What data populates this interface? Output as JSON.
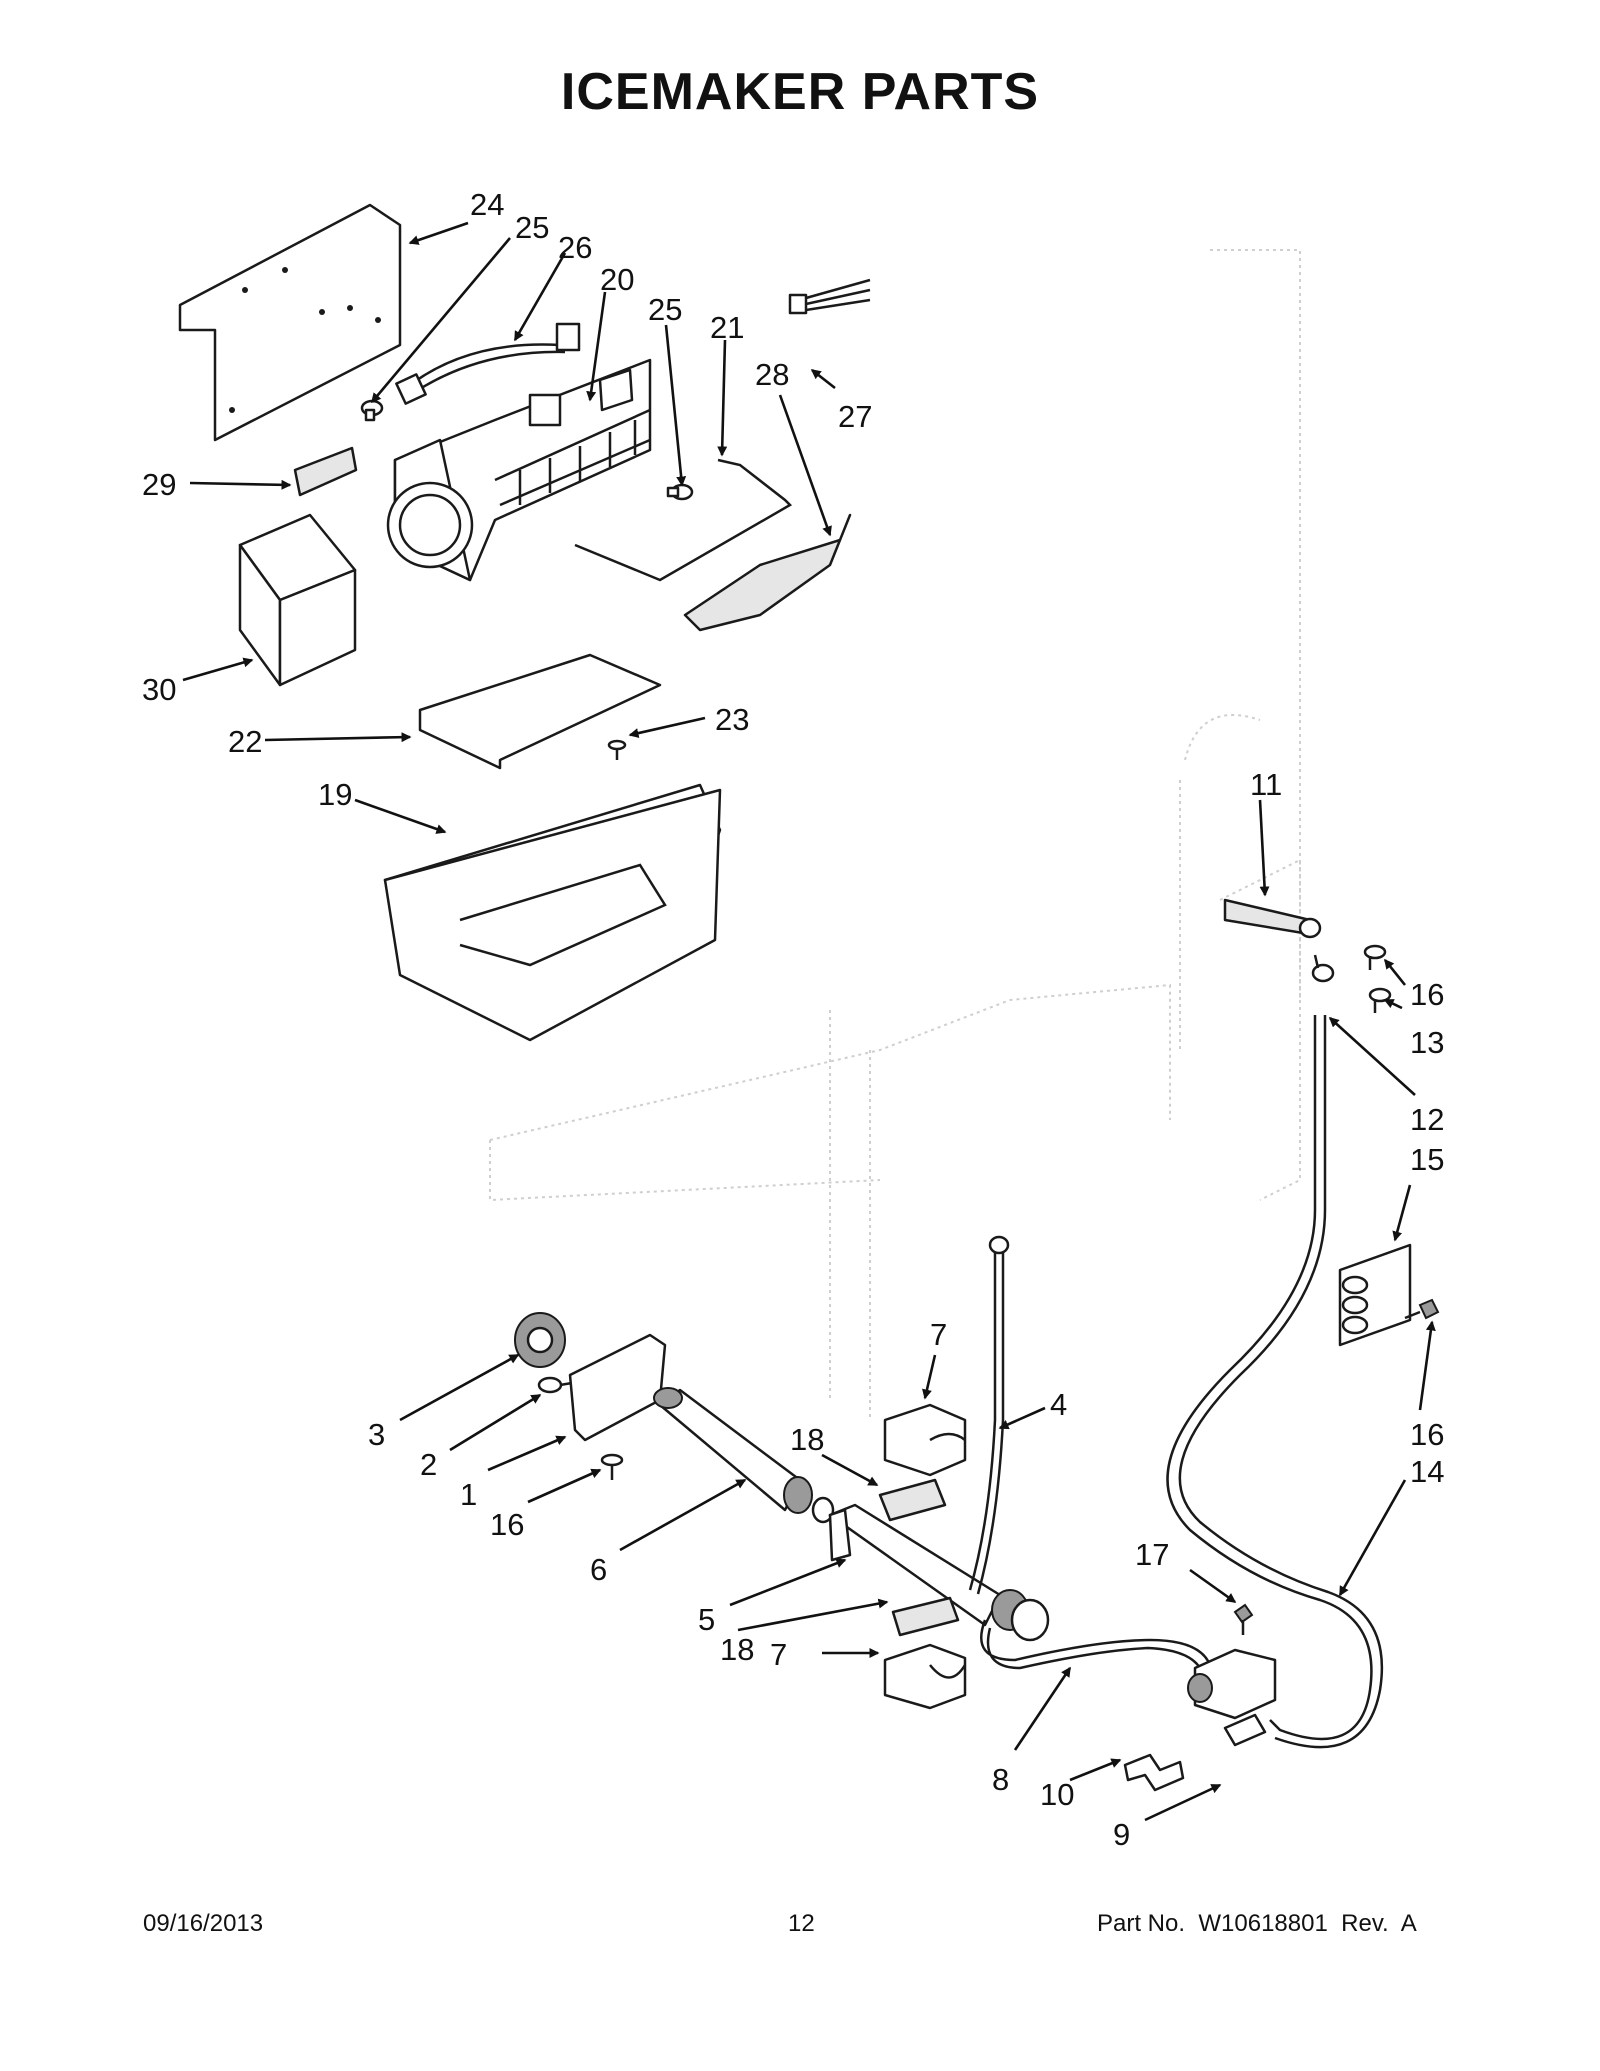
{
  "title": "ICEMAKER PARTS",
  "callouts": [
    "1",
    "2",
    "3",
    "4",
    "5",
    "6",
    "7",
    "8",
    "9",
    "10",
    "11",
    "12",
    "13",
    "14",
    "15",
    "16",
    "17",
    "18",
    "19",
    "20",
    "21",
    "22",
    "23",
    "24",
    "25",
    "26",
    "27",
    "28",
    "29",
    "30"
  ],
  "footer": {
    "date": "09/16/2013",
    "page_number": "12",
    "part_number": "Part No.  W10618801  Rev.  A"
  }
}
